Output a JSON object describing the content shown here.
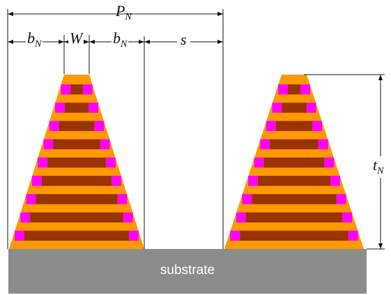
{
  "labels": {
    "period": {
      "main": "P",
      "sub": "N"
    },
    "left_slope": {
      "main": "b",
      "sub": "N"
    },
    "width": {
      "main": "W",
      "sub": ""
    },
    "right_slope": {
      "main": "b",
      "sub": "N"
    },
    "spacing": {
      "main": "s",
      "sub": ""
    },
    "thickness": {
      "main": "t",
      "sub": "N"
    }
  },
  "substrate_label": "substrate",
  "colors": {
    "cladding": "#ff9900",
    "core": "#993300",
    "edge": "#ff00ff",
    "substrate": "#8c8c8c",
    "line": "#111111"
  },
  "structure": {
    "pillar_count": 2,
    "core_layers": 9
  }
}
